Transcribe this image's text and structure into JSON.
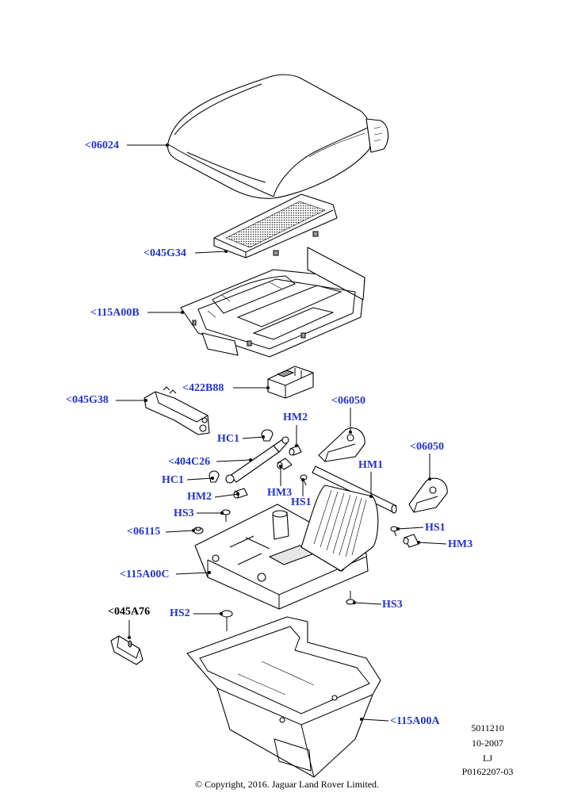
{
  "labels": {
    "l06024": "<06024",
    "l045G34": "<045G34",
    "l115A00B": "<115A00B",
    "l422B88": "<422B88",
    "l045G38": "<045G38",
    "l06050a": "<06050",
    "l06050b": "<06050",
    "HM2a": "HM2",
    "HC1a": "HC1",
    "l404C26": "<404C26",
    "HC1b": "HC1",
    "HM1": "HM1",
    "HM3a": "HM3",
    "HM2b": "HM2",
    "HS1a": "HS1",
    "HS3a": "HS3",
    "l06115": "<06115",
    "HS1b": "HS1",
    "HM3b": "HM3",
    "l115A00C": "<115A00C",
    "HS3b": "HS3",
    "l045A76": "<045A76",
    "HS2": "HS2",
    "l115A00A": "<115A00A"
  },
  "meta": {
    "line1": "5011210",
    "line2": "10-2007",
    "line3": "LJ",
    "line4": "P0162207-03"
  },
  "copyright": "© Copyright, 2016. Jaguar Land Rover Limited.",
  "colors": {
    "callout": "#2233cc",
    "line": "#000000"
  }
}
